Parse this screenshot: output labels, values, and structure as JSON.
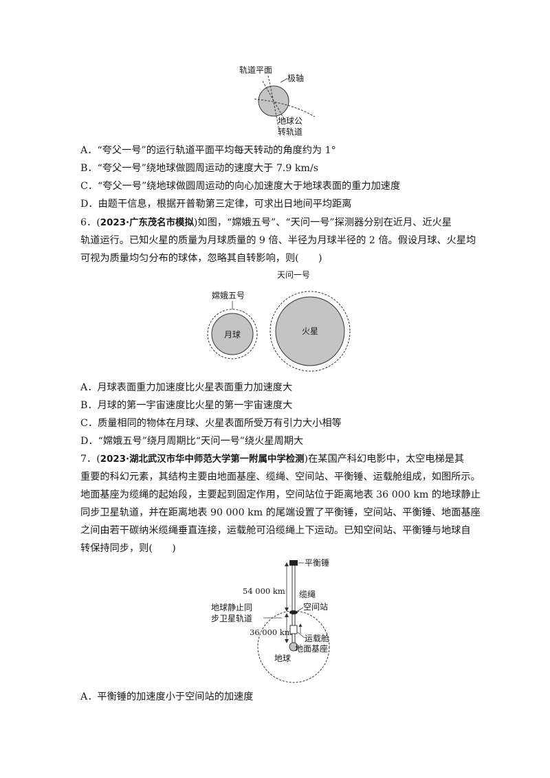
{
  "figure1": {
    "label_plane": "轨道平面",
    "label_axis": "极轴",
    "label_orbit_1": "地球公",
    "label_orbit_2": "转轨道"
  },
  "q5_options": [
    "A．“夸父一号”的运行轨道平面平均每天转动的角度约为 1°",
    "B．“夸父一号”绕地球做圆周运动的速度大于 7.9 km/s",
    "C．“夸父一号”绕地球做圆周运动的向心加速度大于地球表面的重力加速度",
    "D．由题干信息，根据开普勒第三定律，可求出日地间平均距离"
  ],
  "q6": {
    "number": "6．(",
    "source": "2023·广东茂名市模拟",
    "line1_rest": ")如图，“嫦娥五号”、“天问一号”探测器分别在近月、近火星",
    "line2": "轨道运行。已知火星的质量为月球质量的 9 倍、半径为月球半径的 2 倍。假设月球、火星均",
    "line3": "可视为质量均匀分布的球体，忽略其自转影响，则(　　)",
    "figure": {
      "chang_e": "嫦娥五号",
      "moon": "月球",
      "tianwen": "天问一号",
      "mars": "火星"
    },
    "options": [
      "A．月球表面重力加速度比火星表面重力加速度大",
      "B．月球的第一宇宙速度比火星的第一宇宙速度大",
      "C．质量相同的物体在月球、火星表面所受万有引力大小相等",
      "D．“嫦娥五号”绕月周期比“天问一号”绕火星周期大"
    ]
  },
  "q7": {
    "number": "7．(",
    "source": "2023·湖北武汉市华中师范大学第一附属中学检测",
    "line1_rest": ")在某国产科幻电影中，太空电梯是其",
    "line2": "重要的科幻元素，其结构主要由地面基座、缆绳、空间站、平衡锤、运载舱组成，如图所示。",
    "line3": "地面基座为缆绳的起始段，主要起到固定作用，空间站位于距离地表 36 000 km 的地球静止",
    "line4": "同步卫星轨道，并在距离地表 90 000 km 的尾端设置了平衡锤，空间站、平衡锤、地面基座",
    "line5": "之间由若干碳纳米缆绳垂直连接，运载舱可沿缆绳上下运动。已知空间站、平衡锤与地球自",
    "line6": "转保持同步，则(　　)",
    "figure": {
      "counterweight": "平衡锤",
      "dist_upper": "54 000 km",
      "cable": "缆绳",
      "geo_orbit_1": "地球静止同",
      "geo_orbit_2": "步卫星轨道",
      "station": "空间站",
      "dist_lower": "36 000 km",
      "capsule": "运载舱",
      "base": "地面基座",
      "earth": "地球"
    },
    "option_a": "A．平衡锤的加速度小于空间站的加速度"
  }
}
